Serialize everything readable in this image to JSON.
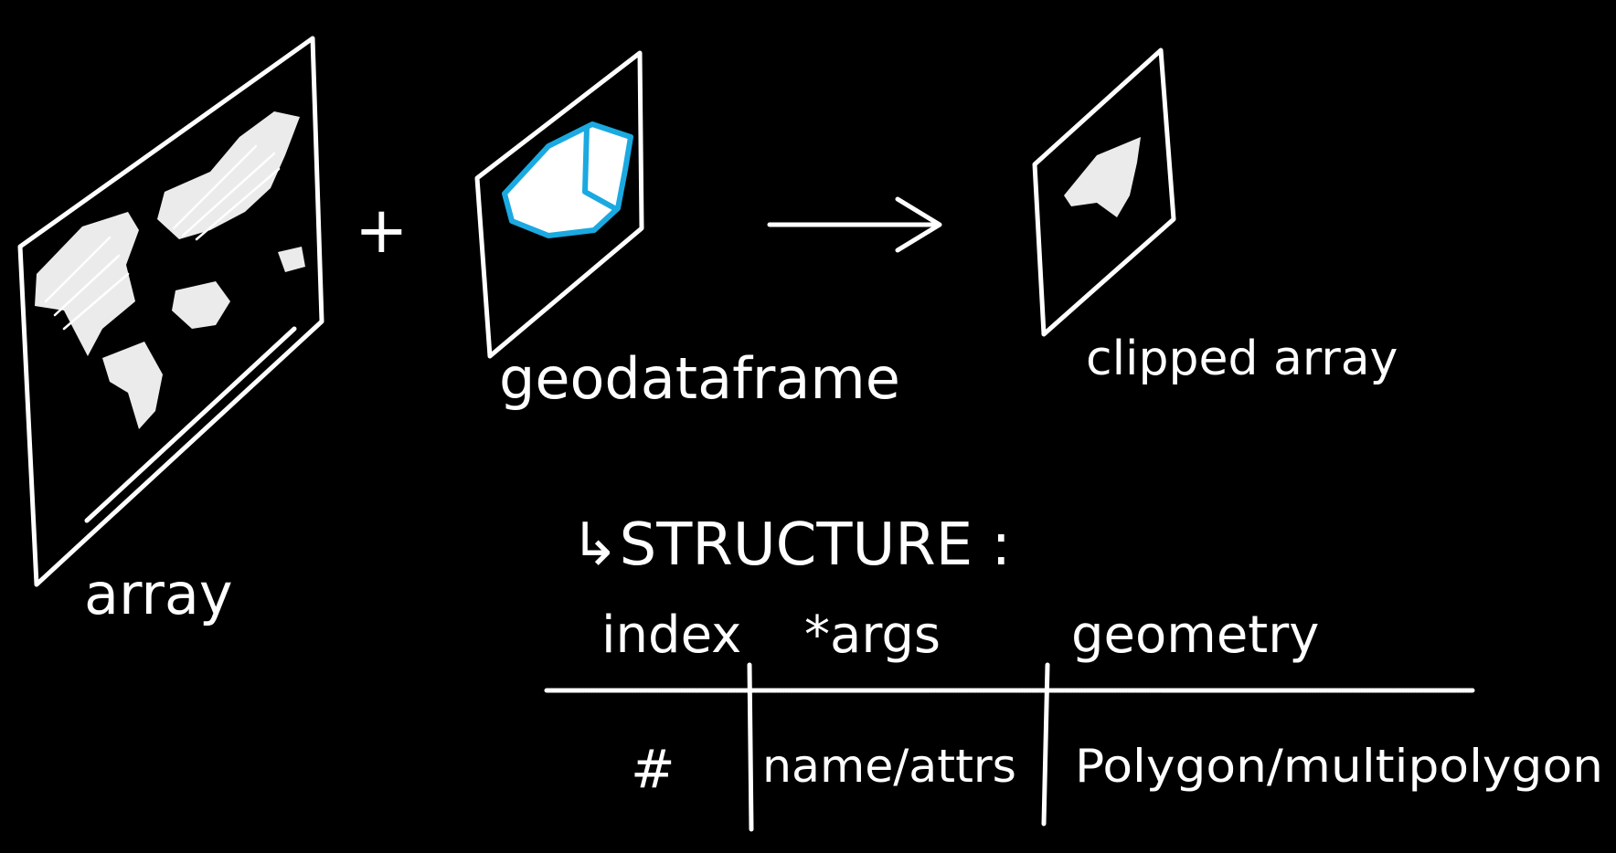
{
  "colors": {
    "background": "#000000",
    "ink": "#ffffff",
    "highlight": "#1ba9e1"
  },
  "labels": {
    "array": "array",
    "plus": "+",
    "geodataframe": "geodataframe",
    "clipped_array": "clipped array",
    "structure": "↳STRUCTURE :"
  },
  "table": {
    "headers": [
      "index",
      "*args",
      "geometry"
    ],
    "rows": [
      [
        "#",
        "name/attrs",
        "Polygon/multipolygon"
      ]
    ]
  }
}
